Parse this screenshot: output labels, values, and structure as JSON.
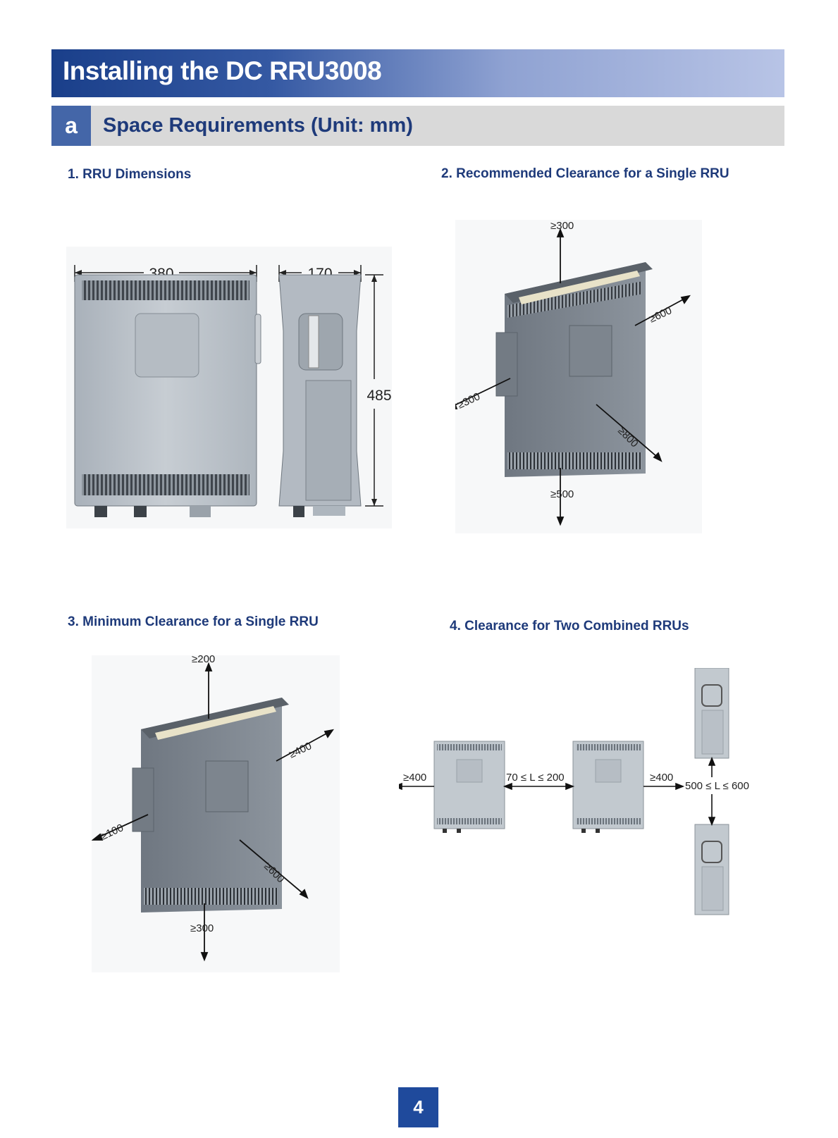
{
  "header": {
    "title": "Installing the DC RRU3008",
    "section_letter": "a",
    "section_title": "Space Requirements (Unit: mm)"
  },
  "figures": {
    "fig1": {
      "caption": "1. RRU Dimensions",
      "width_label": "380",
      "depth_label": "170",
      "height_label": "485"
    },
    "fig2": {
      "caption": "2. Recommended Clearance for a Single RRU",
      "top": "≥300",
      "right": "≥600",
      "left": "≥300",
      "front": "≥800",
      "bottom": "≥500"
    },
    "fig3": {
      "caption": "3. Minimum Clearance for a Single RRU",
      "top": "≥200",
      "right": "≥400",
      "left": "≥100",
      "front": "≥600",
      "bottom": "≥300"
    },
    "fig4": {
      "caption": "4. Clearance for Two Combined RRUs",
      "left": "≥400",
      "between": "70 ≤ L ≤ 200",
      "right": "≥400",
      "vertical": "500 ≤ L ≤ 600"
    }
  },
  "footer": {
    "page_number": "4"
  }
}
